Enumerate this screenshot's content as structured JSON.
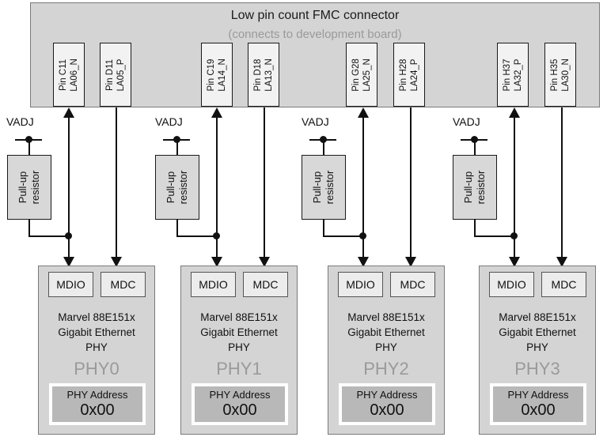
{
  "connector": {
    "title": "Low pin count FMC connector",
    "subtitle": "(connects to development board)",
    "pins": [
      {
        "pin": "Pin C11",
        "signal": "LA06_N"
      },
      {
        "pin": "Pin D11",
        "signal": "LA05_P"
      },
      {
        "pin": "Pin C19",
        "signal": "LA14_N"
      },
      {
        "pin": "Pin D18",
        "signal": "LA13_N"
      },
      {
        "pin": "Pin G28",
        "signal": "LA25_N"
      },
      {
        "pin": "Pin H28",
        "signal": "LA24_P"
      },
      {
        "pin": "Pin H37",
        "signal": "LA32_P"
      },
      {
        "pin": "Pin H35",
        "signal": "LA30_N"
      }
    ]
  },
  "supplies": [
    {
      "label": "VADJ"
    },
    {
      "label": "VADJ"
    },
    {
      "label": "VADJ"
    },
    {
      "label": "VADJ"
    }
  ],
  "resistors": [
    {
      "line1": "Pull-up",
      "line2": "resistor"
    },
    {
      "line1": "Pull-up",
      "line2": "resistor"
    },
    {
      "line1": "Pull-up",
      "line2": "resistor"
    },
    {
      "line1": "Pull-up",
      "line2": "resistor"
    }
  ],
  "phys": [
    {
      "mdio_label": "MDIO",
      "mdc_label": "MDC",
      "desc_line1": "Marvel 88E151x",
      "desc_line2": "Gigabit Ethernet",
      "desc_line3": "PHY",
      "id": "PHY0",
      "addr_title": "PHY Address",
      "addr_value": "0x00"
    },
    {
      "mdio_label": "MDIO",
      "mdc_label": "MDC",
      "desc_line1": "Marvel 88E151x",
      "desc_line2": "Gigabit Ethernet",
      "desc_line3": "PHY",
      "id": "PHY1",
      "addr_title": "PHY Address",
      "addr_value": "0x00"
    },
    {
      "mdio_label": "MDIO",
      "mdc_label": "MDC",
      "desc_line1": "Marvel 88E151x",
      "desc_line2": "Gigabit Ethernet",
      "desc_line3": "PHY",
      "id": "PHY2",
      "addr_title": "PHY Address",
      "addr_value": "0x00"
    },
    {
      "mdio_label": "MDIO",
      "mdc_label": "MDC",
      "desc_line1": "Marvel 88E151x",
      "desc_line2": "Gigabit Ethernet",
      "desc_line3": "PHY",
      "id": "PHY3",
      "addr_title": "PHY Address",
      "addr_value": "0x00"
    }
  ],
  "colors": {
    "connector_fill": "#d4d4d4",
    "phy_fill": "#d4d4d4",
    "resistor_fill": "#d8d8d8",
    "pin_fill": "#f2f2f2",
    "address_fill": "#b8b8b8",
    "muted_text": "#9a9a9a",
    "wire": "#111111"
  }
}
